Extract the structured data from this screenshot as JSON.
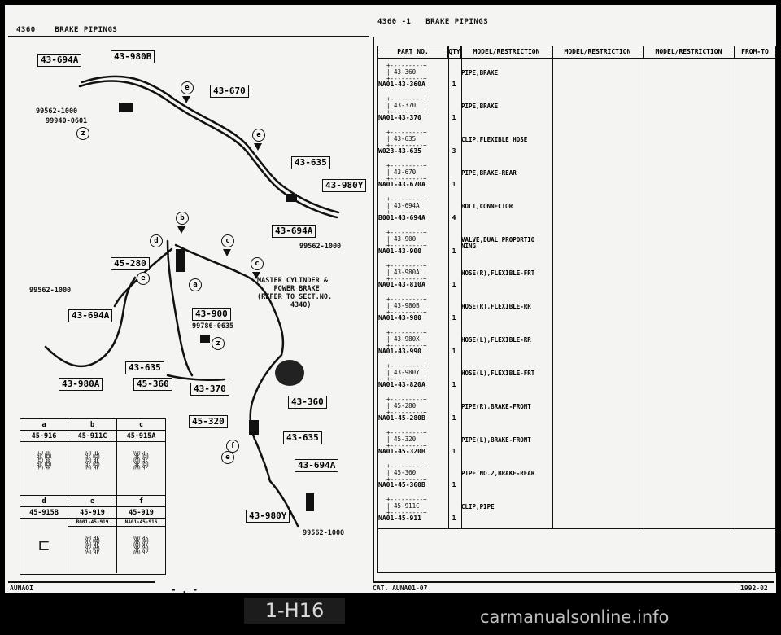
{
  "left_header": {
    "code": "4360",
    "title": "BRAKE PIPINGS"
  },
  "right_header": {
    "code": "4360 -1",
    "title": "BRAKE PIPINGS"
  },
  "diagram": {
    "labels": [
      "43-694A",
      "43-980B",
      "43-670",
      "43-635",
      "43-980Y",
      "43-694A",
      "45-280",
      "43-694A",
      "43-980A",
      "45-360",
      "43-900",
      "43-370",
      "43-360",
      "45-320",
      "43-635",
      "43-694A",
      "43-980Y",
      "43-635"
    ],
    "callouts": {
      "c1": "99562-1000",
      "c2": "99940-0601",
      "c3": "99562-1000",
      "c4": "99562-1000",
      "c5": "99786-0635",
      "c6": "99562-1000",
      "master": "MASTER CYLINDER &\n    POWER BRAKE\n(REFER TO SECT.NO.\n        4340)"
    },
    "circles": [
      "e",
      "e",
      "b",
      "c",
      "d",
      "c",
      "e",
      "a",
      "z",
      "z",
      "f",
      "e"
    ]
  },
  "parts_grid": {
    "row1": [
      {
        "sym": "a",
        "pn": "45-916"
      },
      {
        "sym": "b",
        "pn": "45-911C"
      },
      {
        "sym": "c",
        "pn": "45-915A"
      }
    ],
    "row2": [
      {
        "sym": "d",
        "pn": "45-915B"
      },
      {
        "sym": "e",
        "pn": "45-919"
      },
      {
        "sym": "f",
        "pn": "45-919"
      }
    ],
    "sub_e": "B001-45-919",
    "sub_f": "NA01-45-916"
  },
  "table": {
    "headers": [
      "PART NO.",
      "QTY",
      "MODEL/RESTRICTION",
      "MODEL/RESTRICTION",
      "MODEL/RESTRICTION",
      "FROM-TO"
    ],
    "rows": [
      {
        "ref": "43-360",
        "pn": "NA01-43-360A",
        "qty": "1",
        "desc": "PIPE,BRAKE"
      },
      {
        "ref": "43-370",
        "pn": "NA01-43-370",
        "qty": "1",
        "desc": "PIPE,BRAKE"
      },
      {
        "ref": "43-635",
        "pn": "W023-43-635",
        "qty": "3",
        "desc": "CLIP,FLEXIBLE HOSE"
      },
      {
        "ref": "43-670",
        "pn": "NA01-43-670A",
        "qty": "1",
        "desc": "PIPE,BRAKE-REAR"
      },
      {
        "ref": "43-694A",
        "pn": "B001-43-694A",
        "qty": "4",
        "desc": "BOLT,CONNECTOR"
      },
      {
        "ref": "43-900",
        "pn": "NA01-43-900",
        "qty": "1",
        "desc": "VALVE,DUAL PROPORTIO\nNING"
      },
      {
        "ref": "43-980A",
        "pn": "NA01-43-810A",
        "qty": "1",
        "desc": "HOSE(R),FLEXIBLE-FRT"
      },
      {
        "ref": "43-980B",
        "pn": "NA01-43-980",
        "qty": "1",
        "desc": "HOSE(R),FLEXIBLE-RR"
      },
      {
        "ref": "43-980X",
        "pn": "NA01-43-990",
        "qty": "1",
        "desc": "HOSE(L),FLEXIBLE-RR"
      },
      {
        "ref": "43-980Y",
        "pn": "NA01-43-820A",
        "qty": "1",
        "desc": "HOSE(L),FLEXIBLE-FRT"
      },
      {
        "ref": "45-280",
        "pn": "NA01-45-280B",
        "qty": "1",
        "desc": "PIPE(R),BRAKE-FRONT"
      },
      {
        "ref": "45-320",
        "pn": "NA01-45-320B",
        "qty": "1",
        "desc": "PIPE(L),BRAKE-FRONT"
      },
      {
        "ref": "45-360",
        "pn": "NA01-45-360B",
        "qty": "1",
        "desc": "PIPE NO.2,BRAKE-REAR"
      },
      {
        "ref": "45-911C",
        "pn": "NA01-45-911",
        "qty": "1",
        "desc": "CLIP,PIPE"
      }
    ]
  },
  "footer": {
    "left": "AUNAOI",
    "mid": "- . -",
    "cat": "CAT. AUNA01-07",
    "year": "1992-02"
  },
  "badge": "1-H16",
  "watermark": "carmanualsonline.info"
}
